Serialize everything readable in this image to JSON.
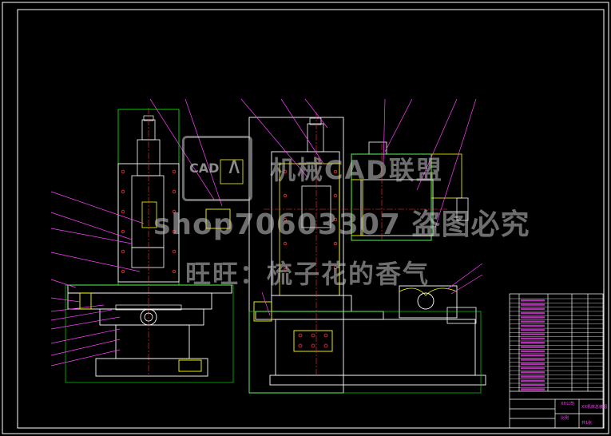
{
  "watermark": {
    "logo_text": "CAD",
    "line1": "机械CAD联盟",
    "line2": "shop70603307 盗图必究",
    "line3": "旺旺：梳子花的香气"
  },
  "colors": {
    "background": "#000000",
    "frame": "#ffffff",
    "outline": "#ffffff",
    "hidden": "#ffff00",
    "center": "#ff3030",
    "leader": "#ff40ff",
    "envelope": "#00ff00",
    "table": "#ffffff",
    "watermark": "#c8c8c8"
  },
  "title_block": {
    "title": "XX公司",
    "drawing_name": "XX机床总装图",
    "scale_label": "比例",
    "sheet_label": "共1张"
  }
}
